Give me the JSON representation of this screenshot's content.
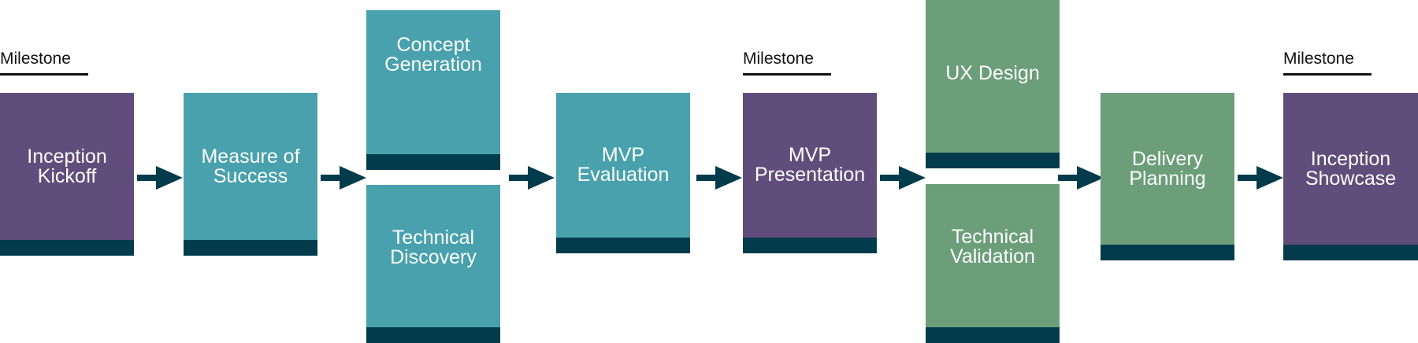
{
  "colors": {
    "milestone_fill": "#614d7b",
    "phase_teal": "#48a1ac",
    "phase_green": "#6b9e79",
    "footer_band": "#023b4c",
    "arrow": "#023b4c"
  },
  "milestones": [
    {
      "label": "Milestone"
    },
    {
      "label": "Milestone"
    },
    {
      "label": "Milestone"
    }
  ],
  "steps": {
    "inception_kickoff": "Inception\nKickoff",
    "measure_of_success": "Measure of\nSuccess",
    "concept_generation": "Concept\nGeneration",
    "technical_discovery": "Technical\nDiscovery",
    "mvp_evaluation": "MVP\nEvaluation",
    "mvp_presentation": "MVP\nPresentation",
    "ux_design": "UX Design",
    "technical_validation": "Technical\nValidation",
    "delivery_planning": "Delivery\nPlanning",
    "inception_showcase": "Inception\nShowcase"
  }
}
